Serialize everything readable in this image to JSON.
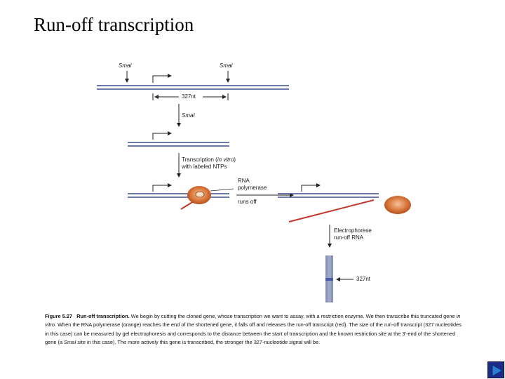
{
  "slide": {
    "title": "Run-off transcription"
  },
  "diagram": {
    "smai_left": "SmaI",
    "smai_right": "SmaI",
    "length_label": "327nt",
    "cut_label": "SmaI",
    "transcription_line1_prefix": "Transcription (",
    "transcription_line1_italic": "in vitro",
    "transcription_line1_suffix": ")",
    "transcription_line2": "with labeled NTPs",
    "rna_pol_line1": "RNA",
    "rna_pol_line2": "polymerase",
    "runs_off": "runs off",
    "electrophorese_line1": "Electrophorese",
    "electrophorese_line2": "run-off RNA",
    "gel_band_label": "327nt",
    "colors": {
      "dna": "#3a4f8f",
      "rna": "#c0392b",
      "polymerase": "#d9763a",
      "gel": "#8a93b8"
    }
  },
  "caption": {
    "figure_label": "Figure 5.27",
    "figure_title": "Run-off transcription.",
    "text_1": " We begin by cutting the cloned gene, whose transcription we want to assay, with a restriction enzyme. We then transcribe this truncated gene ",
    "text_italic_1": "in vitro",
    "text_2": ". When the RNA polymerase (orange) reaches the end of the shortened gene, it falls off and releases the run-off transcript (red). The size of the run-off transcript (327 nucleotides in this case) can be measured by gel electrophoresis and corresponds to the distance between the start of transcription and the known restriction site at the 3'-end of the shortened gene (a ",
    "text_italic_2": "SmaI",
    "text_3": " site in this case). The more actively this gene is transcribed, the stronger the 327-nucleotide signal will be."
  },
  "navigation": {
    "next_icon": "play-arrow-icon"
  }
}
